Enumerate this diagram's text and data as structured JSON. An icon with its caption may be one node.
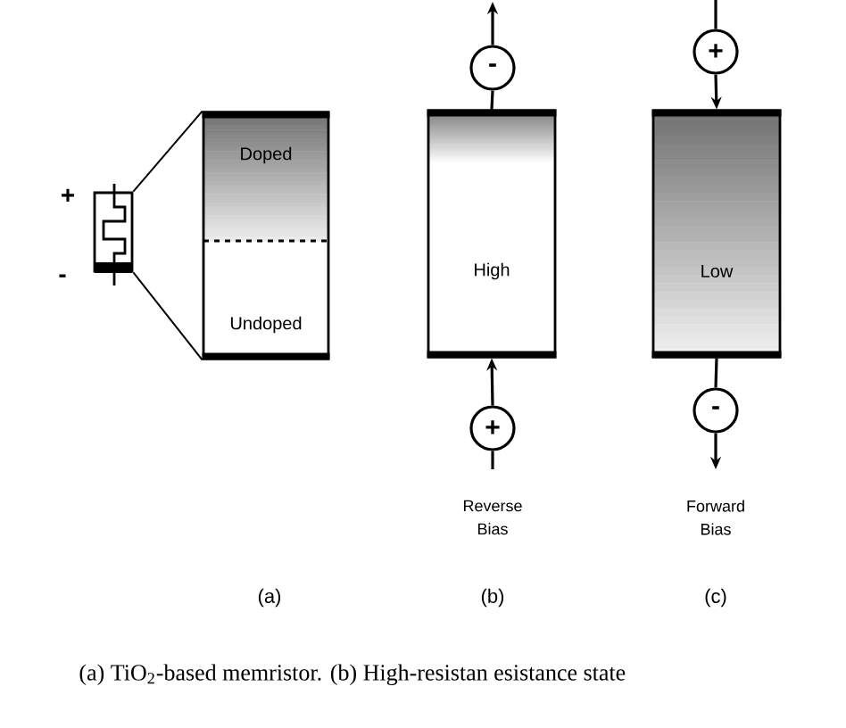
{
  "diagram": {
    "caption": "(a) TiO$_{2}$-based memristor. (b) High-resistan esistance state",
    "nodes": [
      {
        "text": [],
        "shape": "box"
      },
      {
        "text": [
          "Doped",
          "Undoped"
        ]
      },
      {
        "text": [
          "-"
        ]
      },
      {
        "text": [
          "High"
        ]
      },
      {
        "text": [
          "+"
        ]
      },
      {
        "text": [
          "+"
        ]
      },
      {
        "text": [
          "Low"
        ]
      },
      {
        "text": [
          "-"
        ]
      }
    ],
    "edges": [
      {
        "from": 0,
        "to": 1,
        "arrow": "none"
      },
      {
        "from": 0,
        "to": 1,
        "arrow": "none"
      },
      {
        "from": 3,
        "to": 2,
        "arrow": "none"
      },
      {
        "from": 2,
        "to": null,
        "arrow": "to"
      },
      {
        "from": 4,
        "to": 3,
        "arrow": "to"
      },
      {
        "from": null,
        "to": 4,
        "arrow": "none"
      },
      {
        "from": null,
        "to": 5,
        "arrow": "none"
      },
      {
        "from": 5,
        "to": 6,
        "arrow": "to"
      },
      {
        "from": 6,
        "to": 7,
        "arrow": "none"
      },
      {
        "from": 7,
        "to": null,
        "arrow": "to"
      }
    ],
    "labels": [
      "+",
      "-",
      "Reverse Bias",
      "Forward Bias",
      "(a)",
      "(b)",
      "(c)"
    ]
  }
}
